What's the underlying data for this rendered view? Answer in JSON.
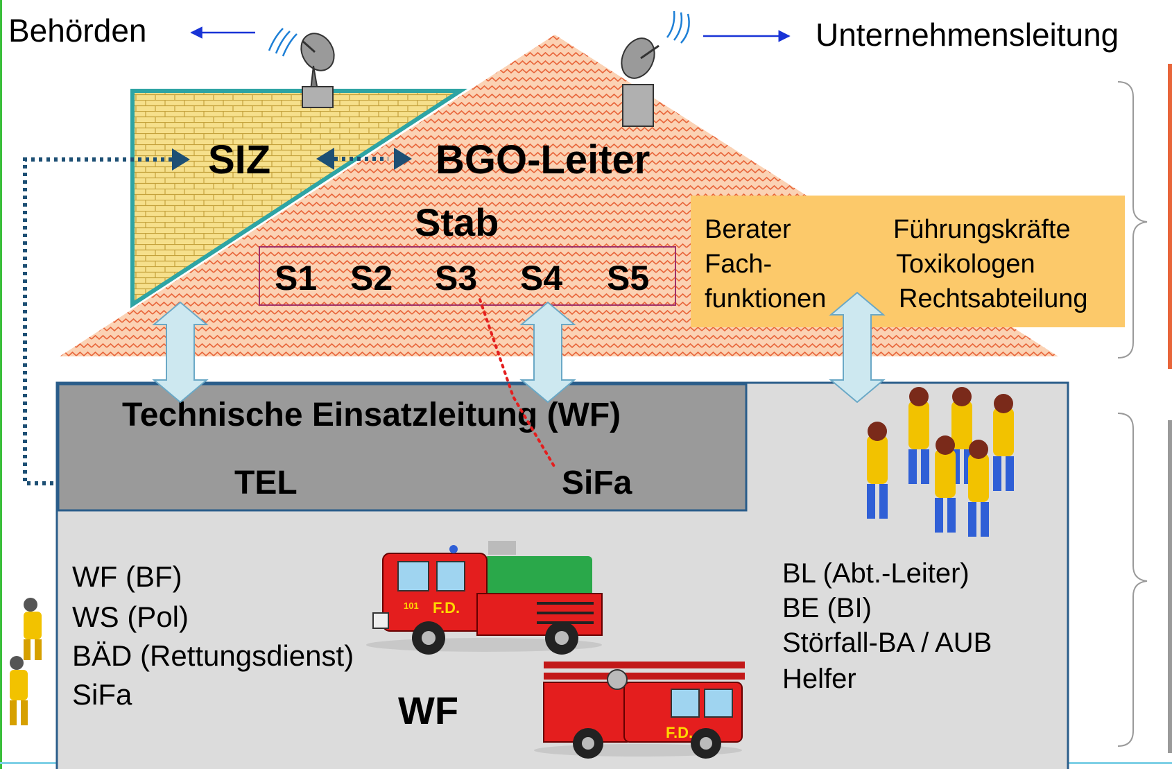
{
  "top": {
    "left_label": "Behörden",
    "right_label": "Unternehmensleitung"
  },
  "roof": {
    "siz": "SIZ",
    "bgo_leiter": "BGO-Leiter",
    "stab": "Stab",
    "staff_units": [
      "S1",
      "S2",
      "S3",
      "S4",
      "S5"
    ]
  },
  "advisors": {
    "col1": [
      "Berater",
      "Fach-",
      "funktionen"
    ],
    "col2": [
      "Führungskräfte",
      "Toxikologen",
      "Rechtsabteilung"
    ]
  },
  "tel_box": {
    "title": "Technische Einsatzleitung (WF)",
    "tel": "TEL",
    "sifa": "SiFa"
  },
  "lower_left": {
    "items": [
      "WF (BF)",
      "WS (Pol)",
      "BÄD (Rettungsdienst)",
      "SiFa"
    ],
    "wf_label": "WF"
  },
  "lower_right": {
    "items": [
      "BL (Abt.-Leiter)",
      "BE (BI)",
      "Störfall-BA / AUB",
      "Helfer"
    ]
  },
  "truck_labels": {
    "truck1_number": "101",
    "truck1_mark": "F.D.",
    "truck2_mark": "F.D."
  },
  "colors": {
    "roof_fill": "#fbd2b4",
    "roof_zigzag": "#e8653a",
    "siz_fill": "#f6e08c",
    "siz_border": "#2ea4a4",
    "advisor_box": "#fcc96a",
    "building": "#dcdcdc",
    "tel_box": "#9a9a9a",
    "building_border": "#2a5d8a",
    "staff_box_border": "#a0306a",
    "double_arrow": "#cde8f0",
    "dotted_line": "#1d4f74",
    "blue_arrow": "#1833d6",
    "truck_red": "#e41e1e"
  }
}
